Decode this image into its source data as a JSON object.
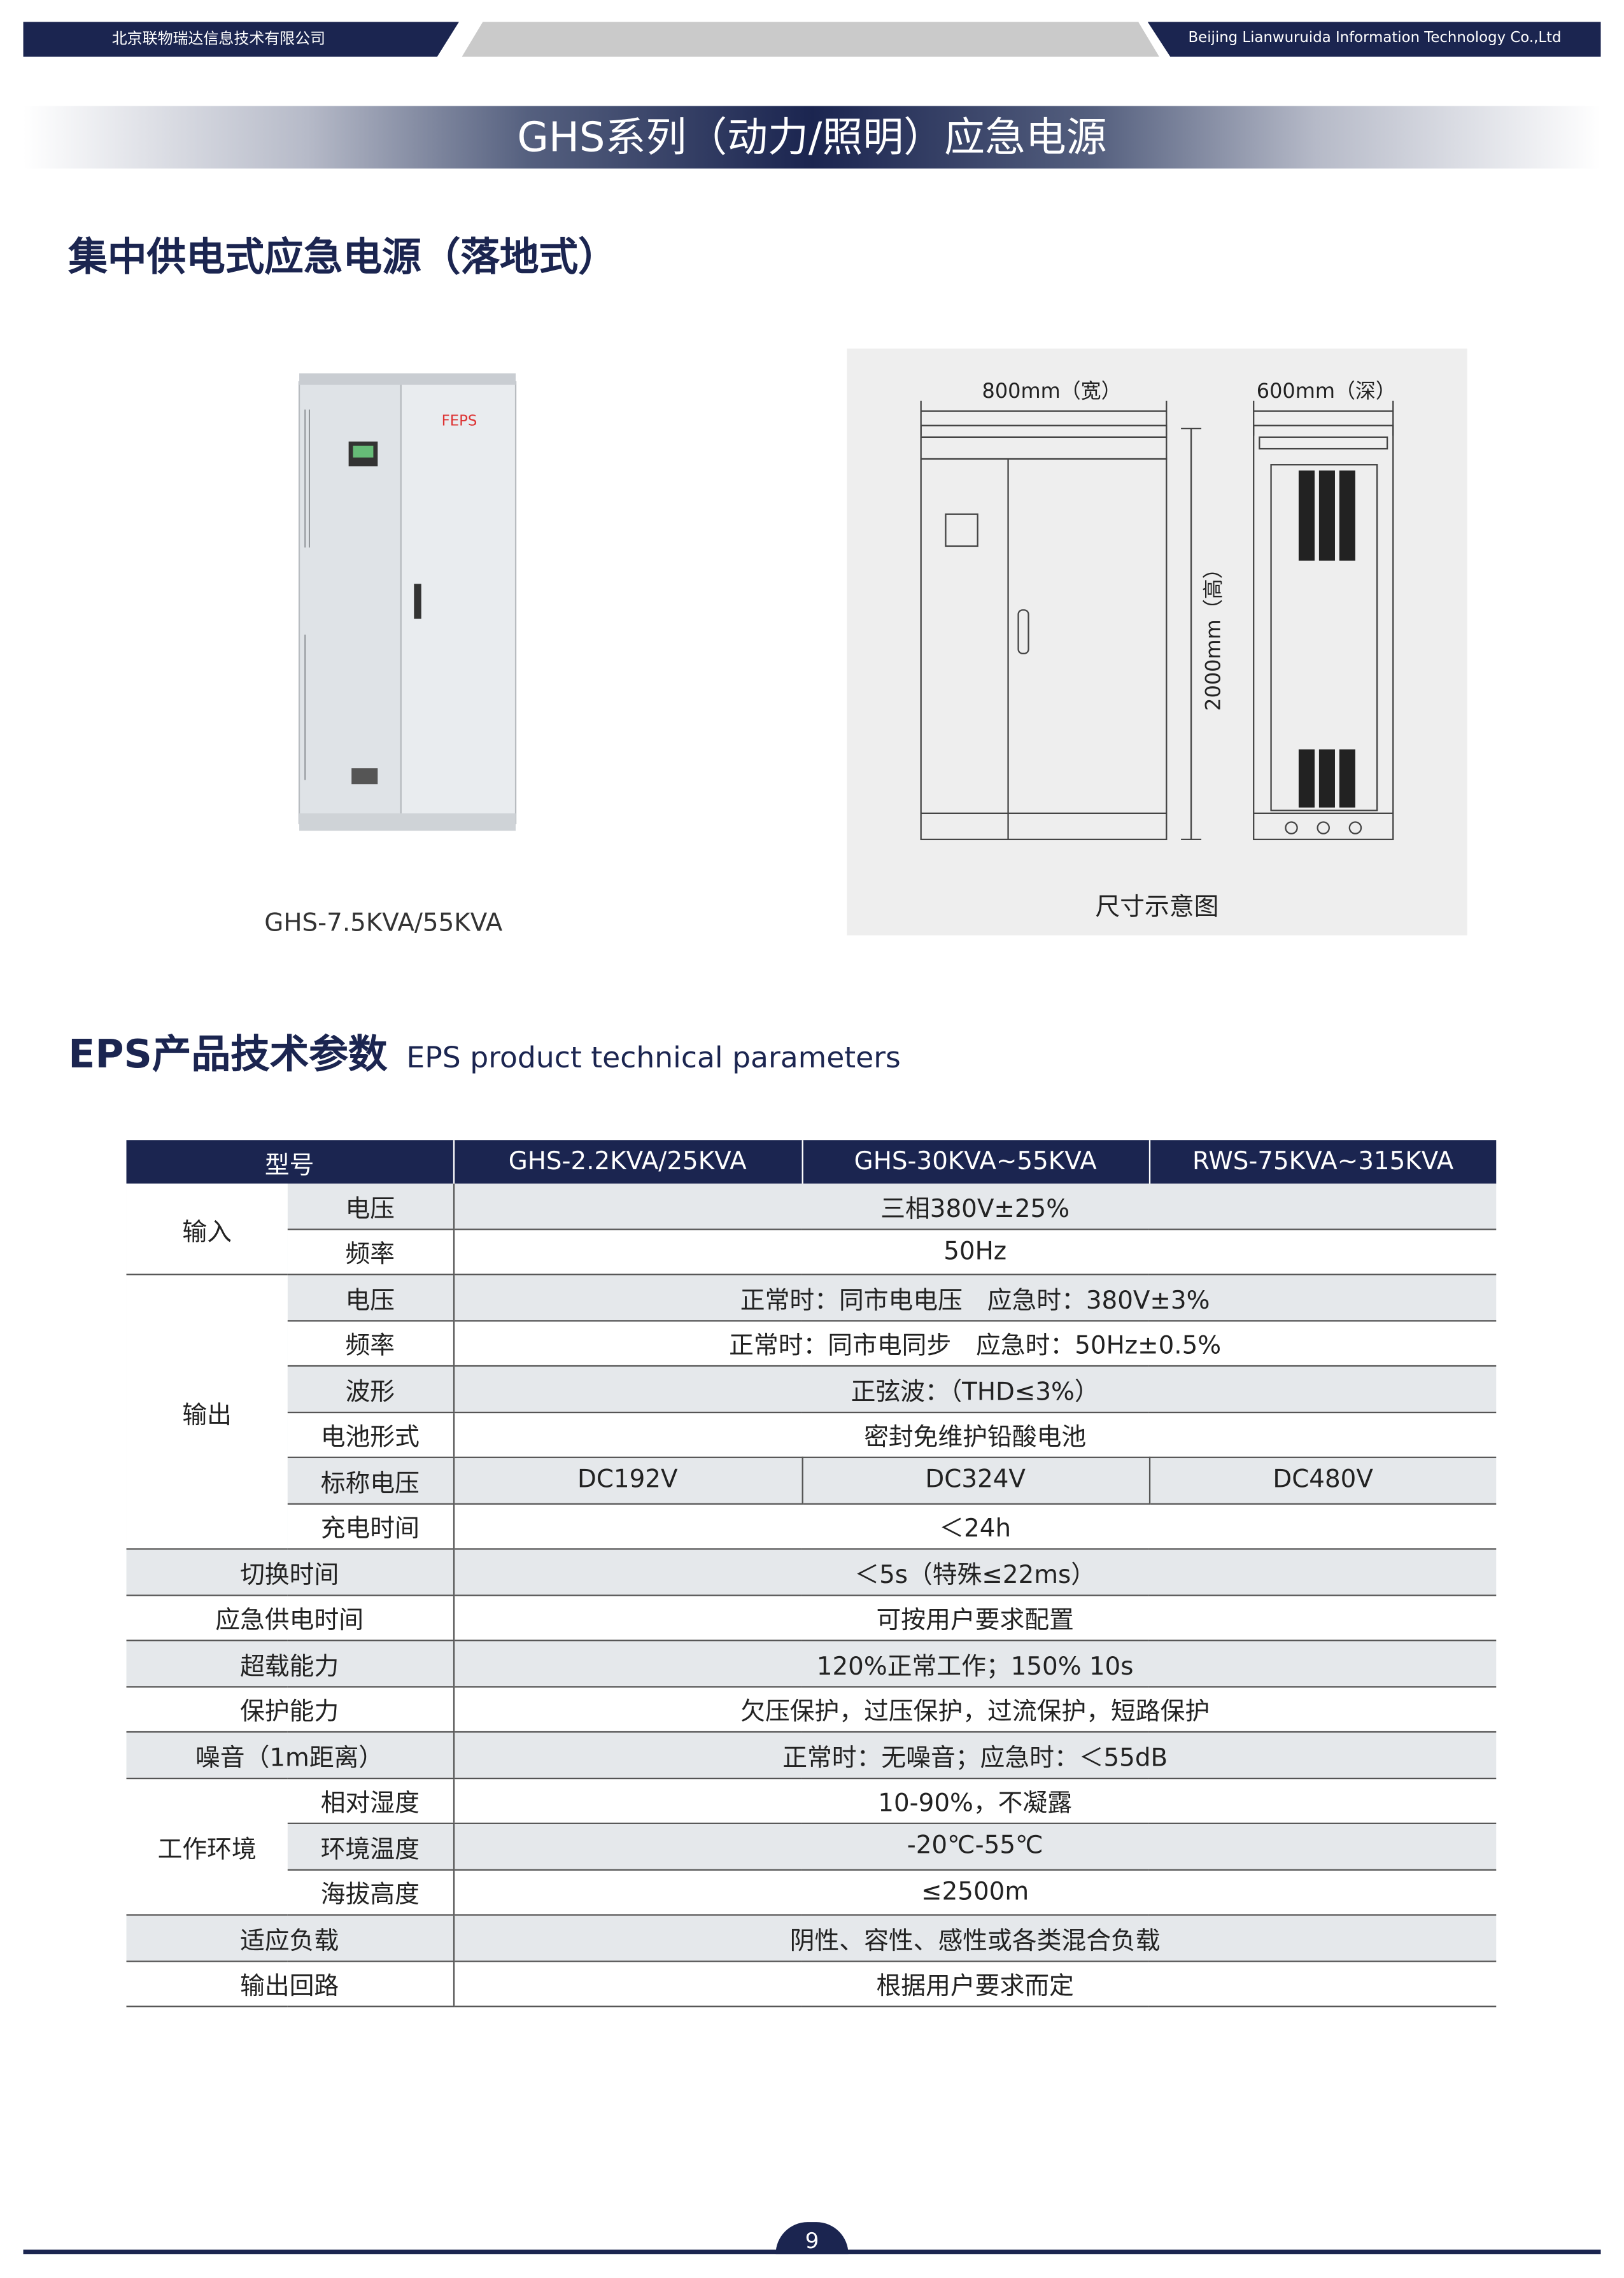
{
  "header": {
    "company_cn": "北京联物瑞达信息技术有限公司",
    "company_en": "Beijing Lianwuruida Information Technology Co.,Ltd"
  },
  "banner": {
    "title": "GHS系列（动力/照明）应急电源"
  },
  "section1": {
    "title": "集中供电式应急电源（落地式）",
    "product_brand": "FEPS",
    "product_caption": "GHS-7.5KVA/55KVA",
    "diagram": {
      "width_label": "800mm（宽）",
      "depth_label": "600mm（深）",
      "height_label": "2000mm（高）",
      "caption": "尺寸示意图"
    }
  },
  "section2": {
    "title": "EPS产品技术参数",
    "subtitle": "EPS product technical parameters"
  },
  "table": {
    "header": [
      "型号",
      "GHS-2.2KVA/25KVA",
      "GHS-30KVA~55KVA",
      "RWS-75KVA~315KVA"
    ],
    "groups": {
      "input": "输入",
      "output": "输出",
      "env": "工作环境"
    },
    "rows": [
      {
        "sub": "电压",
        "value": "三相380V±25%"
      },
      {
        "sub": "频率",
        "value": "50Hz"
      },
      {
        "sub": "电压",
        "value": "正常时：同市电电压　应急时：380V±3%"
      },
      {
        "sub": "频率",
        "value": "正常时：同市电同步　应急时：50Hz±0.5%"
      },
      {
        "sub": "波形",
        "value": "正弦波：（THD≤3%）"
      },
      {
        "sub": "电池形式",
        "value": "密封免维护铅酸电池"
      },
      {
        "sub": "标称电压",
        "values": [
          "DC192V",
          "DC324V",
          "DC480V"
        ]
      },
      {
        "sub": "充电时间",
        "value": "＜24h"
      },
      {
        "label": "切换时间",
        "value": "＜5s（特殊≤22ms）"
      },
      {
        "label": "应急供电时间",
        "value": "可按用户要求配置"
      },
      {
        "label": "超载能力",
        "value": "120%正常工作；150% 10s"
      },
      {
        "label": "保护能力",
        "value": "欠压保护，过压保护，过流保护，短路保护"
      },
      {
        "label": "噪音（1m距离）",
        "value": "正常时：无噪音；应急时：＜55dB"
      },
      {
        "sub": "相对湿度",
        "value": "10-90%，不凝露"
      },
      {
        "sub": "环境温度",
        "value": "-20℃-55℃"
      },
      {
        "sub": "海拔高度",
        "value": "≤2500m"
      },
      {
        "label": "适应负载",
        "value": "阴性、容性、感性或各类混合负载"
      },
      {
        "label": "输出回路",
        "value": "根据用户要求而定"
      }
    ]
  },
  "footer": {
    "page_number": "9"
  },
  "colors": {
    "brand_navy": "#1b2550",
    "row_shade": "#e5e8eb"
  }
}
